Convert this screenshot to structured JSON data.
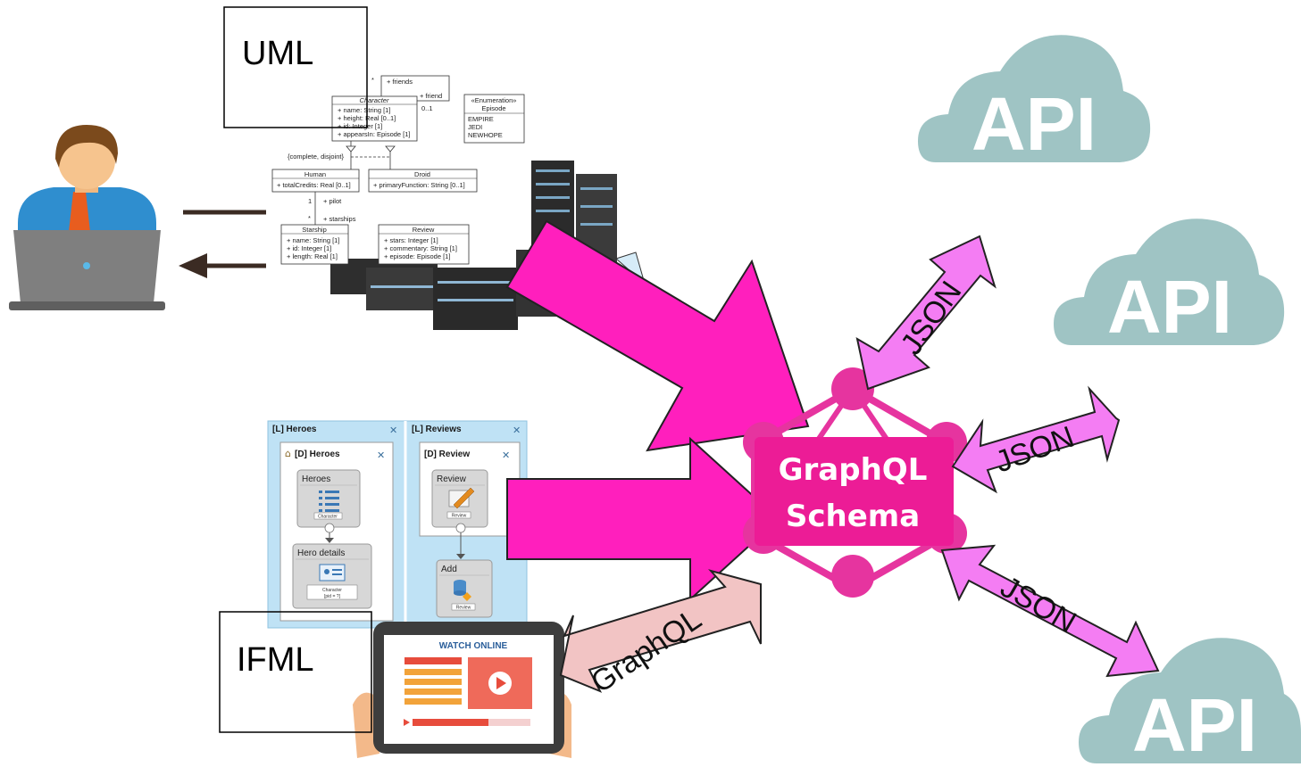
{
  "labels": {
    "uml": "UML",
    "ifml": "IFML",
    "schema_line1": "GraphQL",
    "schema_line2": "Schema",
    "graphql_arrow": "GraphQL",
    "json": [
      "JSON",
      "JSON",
      "JSON"
    ],
    "api": [
      "API",
      "API",
      "API"
    ]
  },
  "uml_diagram": {
    "friends_assoc": "+ friends",
    "friend_assoc": "+ friend",
    "mult_star": "*",
    "mult_01": "0..1",
    "character": {
      "name": "Character",
      "attrs": [
        "+ name: String [1]",
        "+ height: Real [0..1]",
        "+ id: Integer [1]",
        "+ appearsIn: Episode [1]"
      ]
    },
    "episode": {
      "stereotype": "«Enumeration»",
      "name": "Episode",
      "literals": [
        "EMPIRE",
        "JEDI",
        "NEWHOPE"
      ]
    },
    "generalization": "{complete, disjoint}",
    "human": {
      "name": "Human",
      "attrs": [
        "+ totalCredits: Real [0..1]"
      ]
    },
    "droid": {
      "name": "Droid",
      "attrs": [
        "+ primaryFunction: String [0..1]"
      ]
    },
    "pilot_assoc": "+ pilot",
    "starships_assoc": "+ starships",
    "mult_1": "1",
    "starship": {
      "name": "Starship",
      "attrs": [
        "+ name: String [1]",
        "+ id: Integer [1]",
        "+ length: Real [1]"
      ]
    },
    "review": {
      "name": "Review",
      "attrs": [
        "+ stars: Integer [1]",
        "+ commentary: String [1]",
        "+ episode: Episode [1]"
      ]
    }
  },
  "ifml_diagram": {
    "panel_heroes": "[L] Heroes",
    "panel_reviews": "[L] Reviews",
    "sub_heroes": "[D] Heroes",
    "sub_review": "[D] Review",
    "heroes_list": "Heroes",
    "heroes_list_tag": "Character",
    "hero_details": "Hero details",
    "hero_details_tag": "Character",
    "hero_details_sub": "[pid = ?]",
    "review_form": "Review",
    "review_form_tag": "Review",
    "add_action": "Add",
    "add_action_tag": "Review"
  },
  "tablet": {
    "banner": "WATCH ONLINE"
  },
  "colors": {
    "magenta_arrow": "#ff1fbd",
    "schema_fill": "#ec1c96",
    "schema_node": "#e6349f",
    "json_arrow": "#f47df3",
    "graphql_arrow": "#f2c4c4",
    "cloud": "#9fc4c4",
    "ifml_panel": "#bfe2f5"
  }
}
